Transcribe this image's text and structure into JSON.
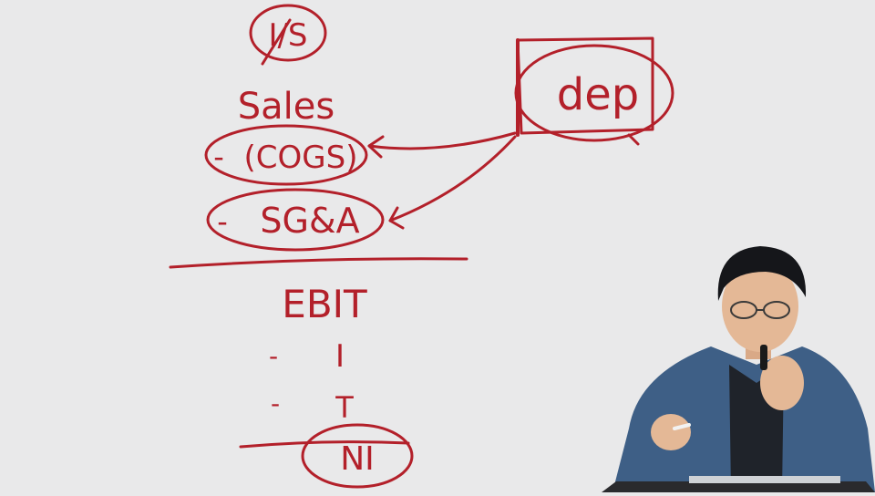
{
  "colors": {
    "background": "#e9e9ea",
    "ink": "#b3202a",
    "dark_ink": "#3a3a3a",
    "jacket": "#3e5f86",
    "shirt": "#1f232a",
    "skin": "#e4b896",
    "hair": "#15161a"
  },
  "board": {
    "header": "I/S",
    "sales": "Sales",
    "cogs": "(COGS)",
    "cogs_sign": "-",
    "sgna": "SG&A",
    "sgna_sign": "-",
    "ebit": "EBIT",
    "interest_sign": "-",
    "interest": "I",
    "tax_sign": "-",
    "tax": "T",
    "net_income": "NI",
    "dep": "dep"
  },
  "presenter": {
    "description_icon": "presenter-person-icon",
    "laptop_icon": "laptop-icon"
  }
}
